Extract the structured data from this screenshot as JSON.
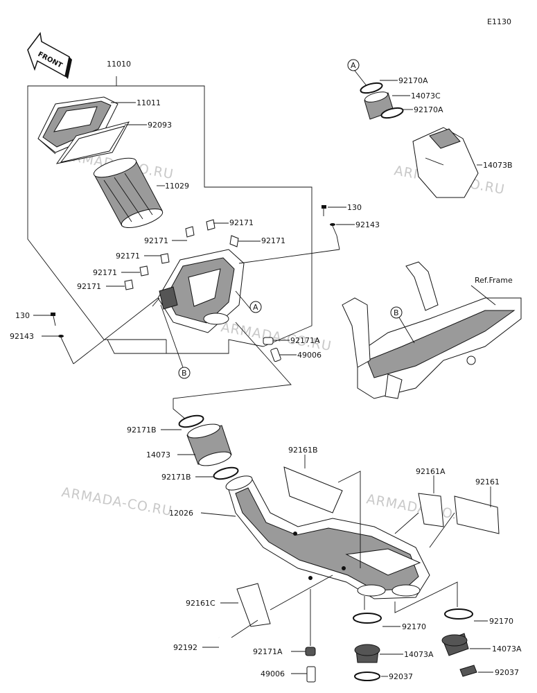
{
  "diagram_code": "E1130",
  "front_label": "FRONT",
  "ref_frame_label": "Ref.Frame",
  "watermarks": [
    "ARMADA-CO.RU",
    "ARMADA-CO.RU",
    "ARMADA-CO.RU",
    "ARMADA-CO.RU",
    "ARMADA-CO.RU"
  ],
  "callouts": {
    "a_top": "A",
    "a_box": "A",
    "b_box": "B",
    "b_frame": "B"
  },
  "parts": [
    "11010",
    "11011",
    "92093",
    "11029",
    "92171",
    "92171",
    "92171",
    "92171",
    "92171",
    "92171",
    "130",
    "92143",
    "130",
    "92143",
    "92170A",
    "14073C",
    "92170A",
    "14073B",
    "92171A",
    "49006",
    "92171B",
    "14073",
    "92171B",
    "12026",
    "92161B",
    "92161A",
    "92161",
    "92161C",
    "92192",
    "92171A",
    "49006",
    "92170",
    "14073A",
    "92037",
    "92170",
    "14073A",
    "92037"
  ],
  "colors": {
    "ink": "#111111",
    "watermark": "#c9c9c9",
    "paper": "#ffffff"
  }
}
